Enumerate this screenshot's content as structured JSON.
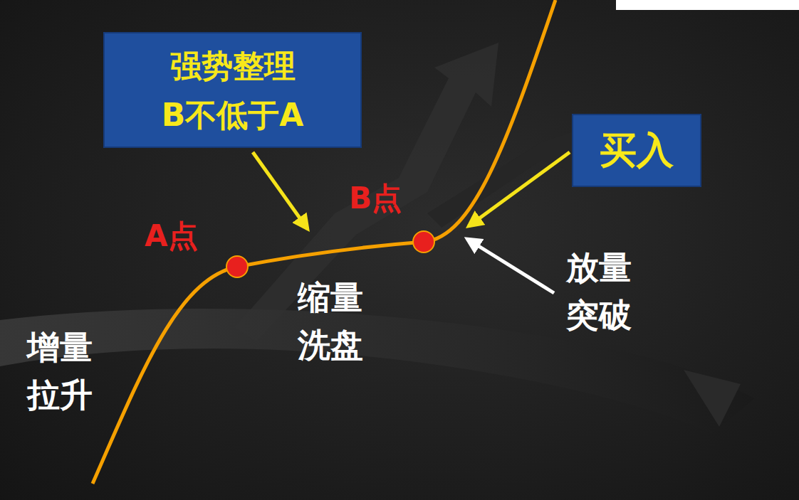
{
  "diagram": {
    "nodes": [
      {
        "text": [
          "强势整理",
          "B不低于A"
        ]
      },
      {
        "text": [
          "买入"
        ]
      }
    ],
    "labels": [
      "A点",
      "B点",
      "缩量 洗盘",
      "增量 拉升",
      "放量 突破"
    ]
  }
}
